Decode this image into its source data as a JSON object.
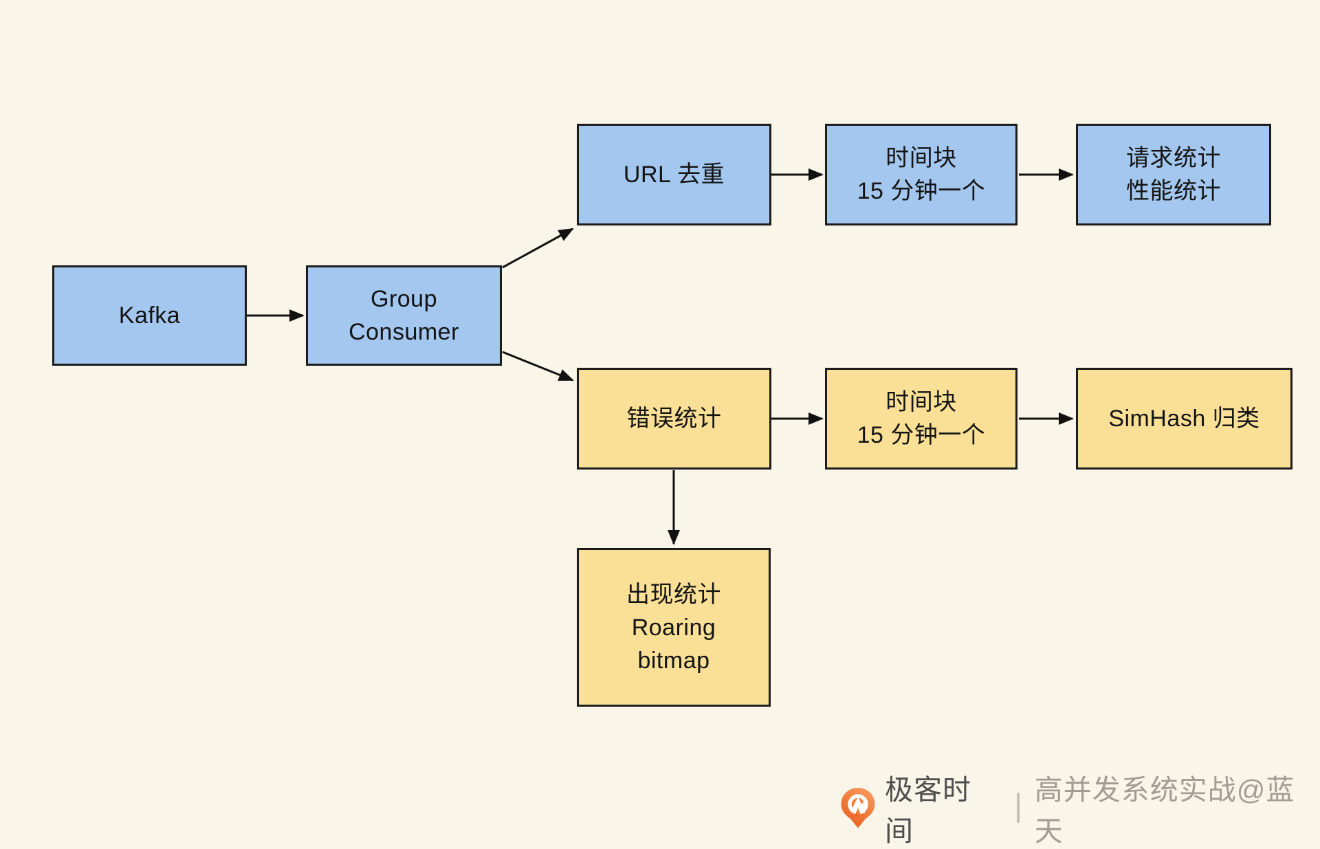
{
  "diagram": {
    "title_implicit": "Kafka consumer statistics pipeline",
    "nodes": {
      "kafka": {
        "lines": [
          "Kafka"
        ],
        "color": "#A3C7EE"
      },
      "group_consumer": {
        "lines": [
          "Group",
          "Consumer"
        ],
        "color": "#A3C7EE"
      },
      "url_dedup": {
        "lines": [
          "URL 去重"
        ],
        "color": "#A3C7EE"
      },
      "time_block_top": {
        "lines": [
          "时间块",
          "15 分钟一个"
        ],
        "color": "#A3C7EE"
      },
      "request_stats": {
        "lines": [
          "请求统计",
          "性能统计"
        ],
        "color": "#A3C7EE"
      },
      "error_stats": {
        "lines": [
          "错误统计"
        ],
        "color": "#FAE096"
      },
      "time_block_bottom": {
        "lines": [
          "时间块",
          "15 分钟一个"
        ],
        "color": "#FAE096"
      },
      "simhash": {
        "lines": [
          "SimHash 归类"
        ],
        "color": "#FAE096"
      },
      "occurrence_stats": {
        "lines": [
          "出现统计",
          "Roaring",
          "bitmap"
        ],
        "color": "#FAE096"
      }
    },
    "edges": [
      {
        "from": "kafka",
        "to": "group_consumer"
      },
      {
        "from": "group_consumer",
        "to": "url_dedup"
      },
      {
        "from": "group_consumer",
        "to": "error_stats"
      },
      {
        "from": "url_dedup",
        "to": "time_block_top"
      },
      {
        "from": "time_block_top",
        "to": "request_stats"
      },
      {
        "from": "error_stats",
        "to": "time_block_bottom"
      },
      {
        "from": "time_block_bottom",
        "to": "simhash"
      },
      {
        "from": "error_stats",
        "to": "occurrence_stats"
      }
    ]
  },
  "footer": {
    "logo_icon": "geektime-pin-logo",
    "brand": "极客时间",
    "divider": "|",
    "course": "高并发系统实战@蓝天"
  },
  "colors": {
    "background": "#F9F5E8",
    "node_blue": "#A3C7EE",
    "node_yellow": "#FAE096",
    "node_border": "#1C1C1C",
    "arrow": "#111111",
    "logo_orange": "#EE6A28",
    "brand_text": "#4E4E4E",
    "course_text": "#A19D95"
  }
}
